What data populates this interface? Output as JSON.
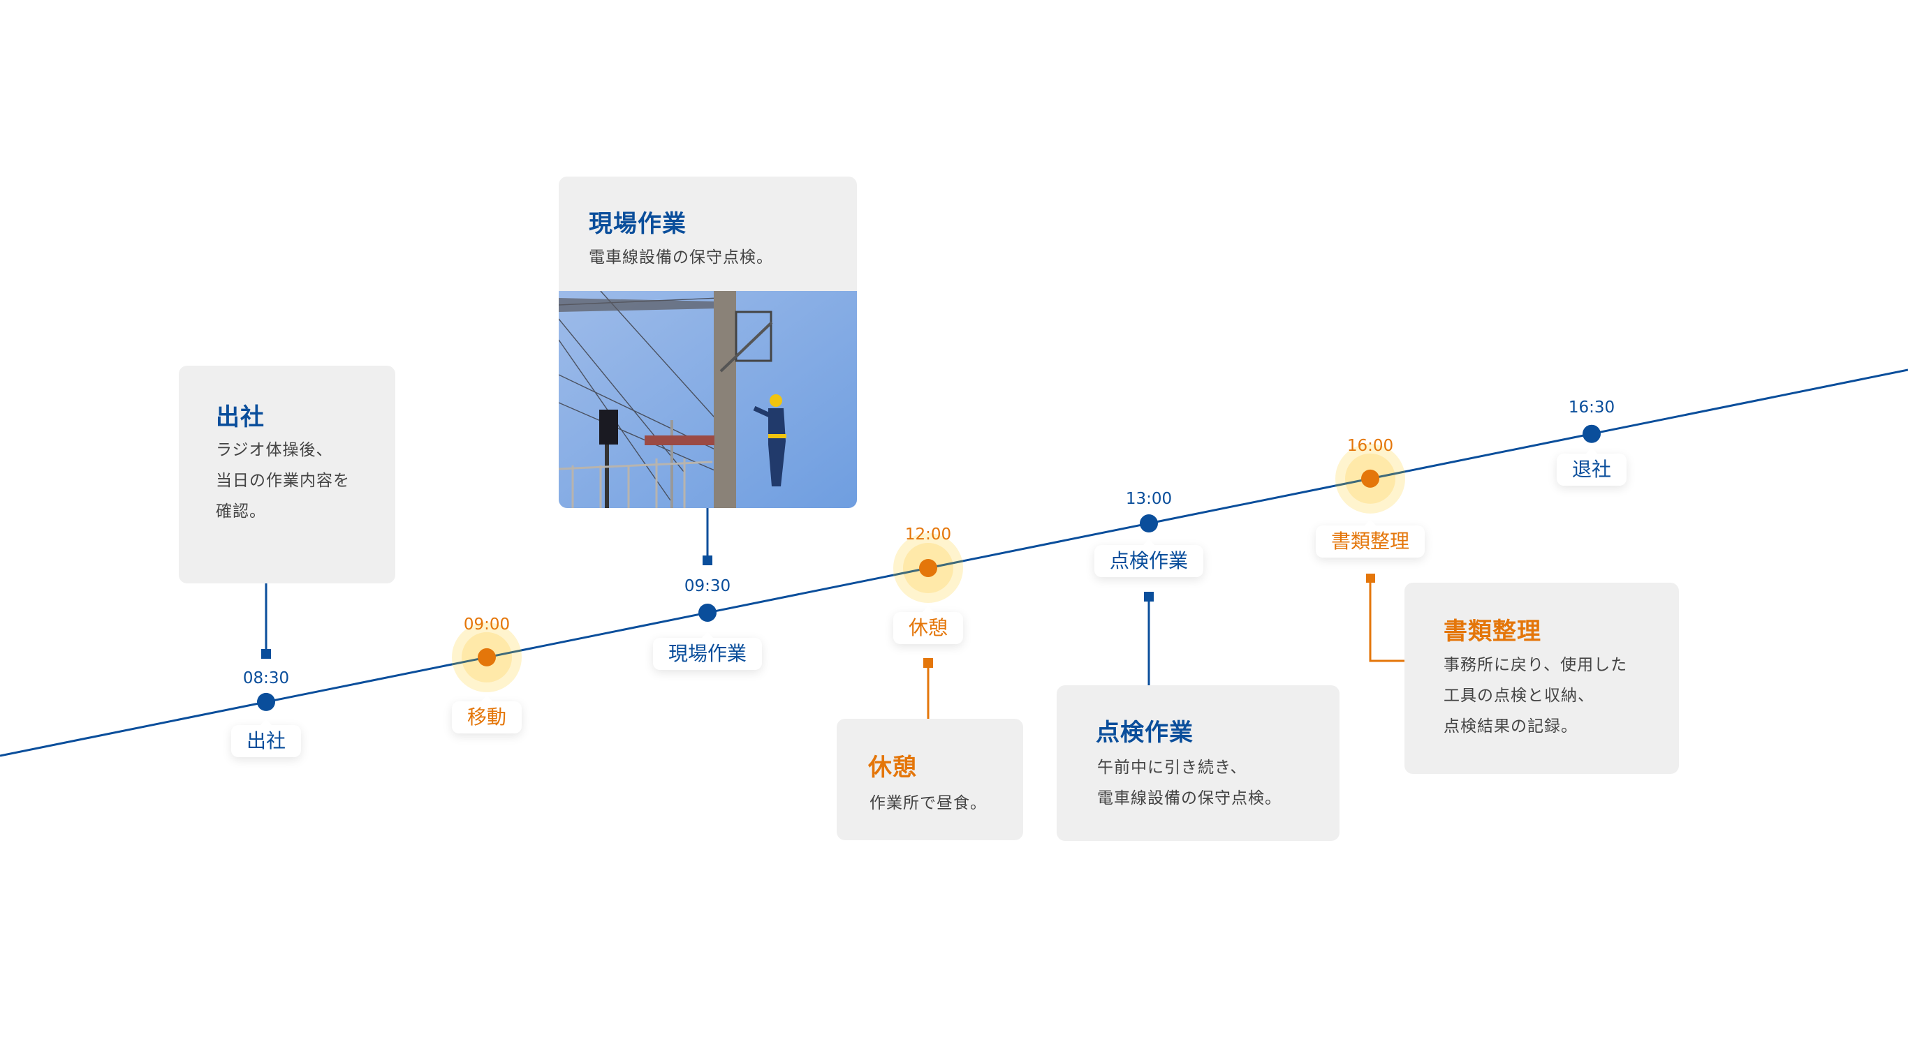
{
  "colors": {
    "blue": "#0a4e9b",
    "orange": "#e4760a",
    "halo_outer": "#fff3c9",
    "halo_inner": "#ffe6a0",
    "card_bg": "#efefef",
    "body_text": "#444444"
  },
  "timeline": {
    "events": [
      {
        "time": "08:30",
        "label": "出社",
        "accent": "blue",
        "highlighted": false
      },
      {
        "time": "09:00",
        "label": "移動",
        "accent": "orange",
        "highlighted": true
      },
      {
        "time": "09:30",
        "label": "現場作業",
        "accent": "blue",
        "highlighted": false
      },
      {
        "time": "12:00",
        "label": "休憩",
        "accent": "orange",
        "highlighted": true
      },
      {
        "time": "13:00",
        "label": "点検作業",
        "accent": "blue",
        "highlighted": false
      },
      {
        "time": "16:00",
        "label": "書類整理",
        "accent": "orange",
        "highlighted": true
      },
      {
        "time": "16:30",
        "label": "退社",
        "accent": "blue",
        "highlighted": false
      }
    ]
  },
  "cards": {
    "arrival": {
      "title": "出社",
      "body": "ラジオ体操後、\n当日の作業内容を\n確認。"
    },
    "fieldwork": {
      "title": "現場作業",
      "body": "電車線設備の保守点検。",
      "image": "worker-climbing-utility-pole-photo"
    },
    "break": {
      "title": "休憩",
      "body": "作業所で昼食。"
    },
    "inspection": {
      "title": "点検作業",
      "body": "午前中に引き続き、\n電車線設備の保守点検。"
    },
    "paperwork": {
      "title": "書類整理",
      "body": "事務所に戻り、使用した\n工具の点検と収納、\n点検結果の記録。"
    }
  }
}
